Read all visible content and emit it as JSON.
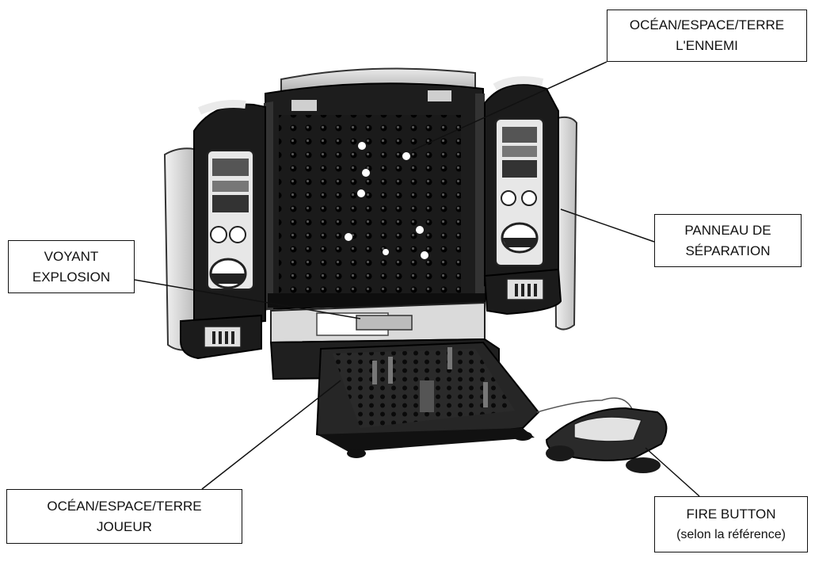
{
  "callouts": {
    "target_board": {
      "line1": "OCÉAN/ESPACE/TERRE",
      "line2": "L'ENNEMI"
    },
    "separator_panel": {
      "line1": "PANNEAU DE",
      "line2": "SÉPARATION"
    },
    "hit_light": {
      "line1": "VOYANT",
      "line2": "EXPLOSION"
    },
    "player_board": {
      "line1": "OCÉAN/ESPACE/TERRE",
      "line2": "JOUEUR"
    },
    "fire_button": {
      "line1": "FIRE BUTTON",
      "line2": "(selon la référence)"
    }
  },
  "device_plate_text": "",
  "colors": {
    "ink": "#111111",
    "dark_plastic": "#1c1c1c",
    "light_plastic": "#d9d9d9",
    "paper": "#ffffff"
  }
}
